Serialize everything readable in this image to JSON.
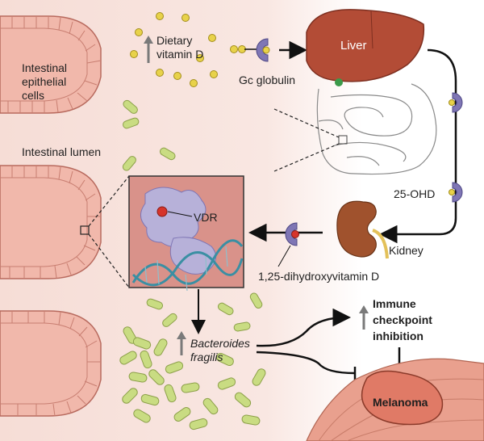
{
  "labels": {
    "epithelial": "Intestinal epithelial cells",
    "epithelial_lines": [
      "Intestinal",
      "epithelial",
      "cells"
    ],
    "lumen": "Intestinal lumen",
    "dietary": [
      "Dietary",
      "vitamin D"
    ],
    "gc": "Gc globulin",
    "liver": "Liver",
    "ohd": "25-OHD",
    "kidney": "Kidney",
    "dihydroxy": "1,25-dihydroxyvitamin D",
    "vdr": "VDR",
    "bacteroides": [
      "Bacteroides",
      "fragilis"
    ],
    "immune": [
      "Immune",
      "checkpoint",
      "inhibition"
    ],
    "melanoma": "Melanoma"
  },
  "colors": {
    "background_left": "#f6ddd6",
    "tissue": "#f1b8ab",
    "liver": "#b34c36",
    "kidney": "#a0522d",
    "vitamin": "#e8d24a",
    "receptor": "#7f76b5",
    "bacteria": "#c9dc82",
    "melanoma": "#e9a08e",
    "vdr_box": "#d9928a"
  }
}
